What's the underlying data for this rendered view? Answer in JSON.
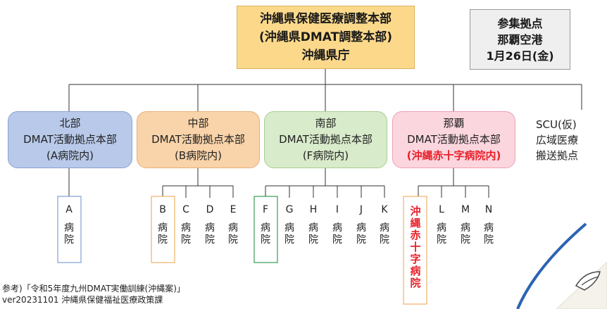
{
  "hq": {
    "lines": [
      "沖縄県保健医療調整本部",
      "(沖縄県DMAT調整本部)",
      "沖縄県庁"
    ]
  },
  "assembly": {
    "lines": [
      "参集拠点",
      "那覇空港",
      "1月26日(金)"
    ]
  },
  "regions": [
    {
      "name": "北部",
      "unit": "DMAT活動拠点本部",
      "location": "(A病院内)"
    },
    {
      "name": "中部",
      "unit": "DMAT活動拠点本部",
      "location": "(B病院内)"
    },
    {
      "name": "南部",
      "unit": "DMAT活動拠点本部",
      "location": "(F病院内)"
    },
    {
      "name": "那覇",
      "unit": "DMAT活動拠点本部",
      "location": "(沖縄赤十字病院内)"
    }
  ],
  "scu": {
    "lines": [
      "SCU(仮)",
      "広域医療",
      "搬送拠点"
    ]
  },
  "hospital_suffix": [
    "病",
    "院"
  ],
  "hospitals": {
    "north": [
      "A"
    ],
    "central": [
      "B",
      "C",
      "D",
      "E"
    ],
    "south": [
      "F",
      "G",
      "H",
      "I",
      "J",
      "K"
    ],
    "naha": [
      "L",
      "M",
      "N"
    ]
  },
  "red_cross_hospital": [
    "沖",
    "縄",
    "赤",
    "十",
    "字",
    "病",
    "院"
  ],
  "reference": {
    "line1": "参考)「令和5年度九州DMAT実働訓練(沖縄案)」",
    "line2": "ver20231101 沖縄県保健福祉医療政策課"
  },
  "colors": {
    "hq": "#fcd98a",
    "assembly": "#efefef",
    "north": "#b8c9ea",
    "central": "#f9d3a9",
    "south": "#d8ebca",
    "naha": "#fbd6df",
    "north_border": "#7f9fd3",
    "central_border": "#f0b168",
    "south_border": "#3b9b55",
    "naha_border": "#f0b168",
    "red_text": "#e8202a"
  }
}
